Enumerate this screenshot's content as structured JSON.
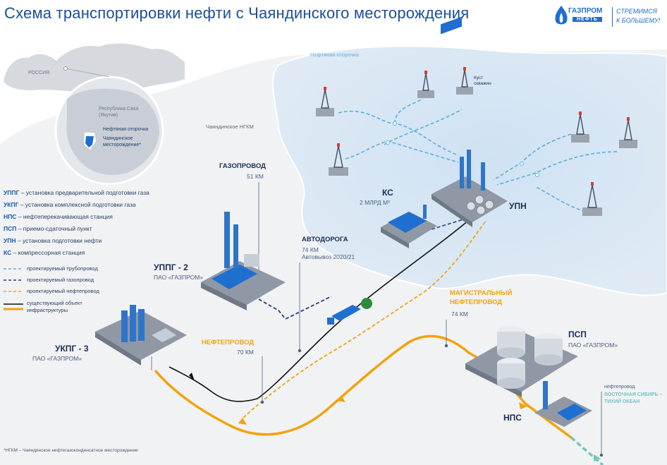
{
  "title": "Схема транспортировки нефти с Чаяндинского месторождения",
  "logo": {
    "brand_top": "ГАЗПРОМ",
    "brand_bottom": "НЕФТЬ",
    "slogan_1": "СТРЕМИМСЯ",
    "slogan_2": "К БОЛЬШЕМУ!"
  },
  "inset_map": {
    "russia": "РОССИЯ",
    "republic": "Республика Саха (Якутия)",
    "rim": "Нефтяная оторочка",
    "field": "Чаяндинское месторождение*"
  },
  "zones": {
    "oil_rim": "Нефтяная оторочка",
    "field": "Чаяндинское НГКМ",
    "well_cluster": "Куст скважин"
  },
  "abbreviations": [
    {
      "abbr": "УППГ",
      "text": " – установка предварительной подготовки газа"
    },
    {
      "abbr": "УКПГ",
      "text": " – установка комплексной подготовки газа"
    },
    {
      "abbr": "НПС",
      "text": " – нефтеперекачивающая станция"
    },
    {
      "abbr": "ПСП",
      "text": " – приемо-сдаточный пункт"
    },
    {
      "abbr": "УПН",
      "text": " – установка подготовки нефти"
    },
    {
      "abbr": "КС",
      "text": " – компрессорная станция"
    }
  ],
  "line_legend": [
    {
      "text": "проектируемый трубопровод",
      "color": "#5aaee0"
    },
    {
      "text": "проектируемый газопровод",
      "color": "#1f3f80"
    },
    {
      "text": "проектируемый нефтепровод",
      "color": "#f2a20c"
    },
    {
      "text": "существующий объект инфраструктуры",
      "color": "#111111"
    }
  ],
  "facilities": {
    "uppg": {
      "name": "УППГ - 2",
      "owner": "ПАО «ГАЗПРОМ»"
    },
    "ukpg": {
      "name": "УКПГ - 3",
      "owner": "ПАО «ГАЗПРОМ»"
    },
    "ks": {
      "name": "КС",
      "capacity": "2 МЛРД М³"
    },
    "upn": {
      "name": "УПН"
    },
    "psp": {
      "name": "ПСП",
      "owner": "ПАО «ГАЗПРОМ»"
    },
    "nps": {
      "name": "НПС"
    }
  },
  "routes": {
    "gas_pipeline": {
      "name": "ГАЗОПРОВОД",
      "length": "51 КМ"
    },
    "road": {
      "name": "АВТОДОРОГА",
      "length": "74 КМ",
      "note": "Автовывоз 2020/21"
    },
    "oil_pipeline": {
      "name": "НЕФТЕПРОВОД",
      "length": "70 КМ"
    },
    "trunk": {
      "name_1": "МАГИСТРАЛЬНЫЙ",
      "name_2": "НЕФТЕПРОВОД",
      "length": "74 КМ"
    },
    "espo": {
      "label": "нефтепровод",
      "name_1": "ВОСТОЧНАЯ СИБИРЬ –",
      "name_2": "ТИХИЙ ОКЕАН"
    }
  },
  "footnote": "*НГКМ – Чаяндинское нефтегазоконденсатное месторождение",
  "colors": {
    "title": "#1b4e97",
    "accent_blue": "#0e5bb0",
    "oil": "#f2a20c",
    "gas": "#1f3f80",
    "water": "#5aaee0"
  }
}
